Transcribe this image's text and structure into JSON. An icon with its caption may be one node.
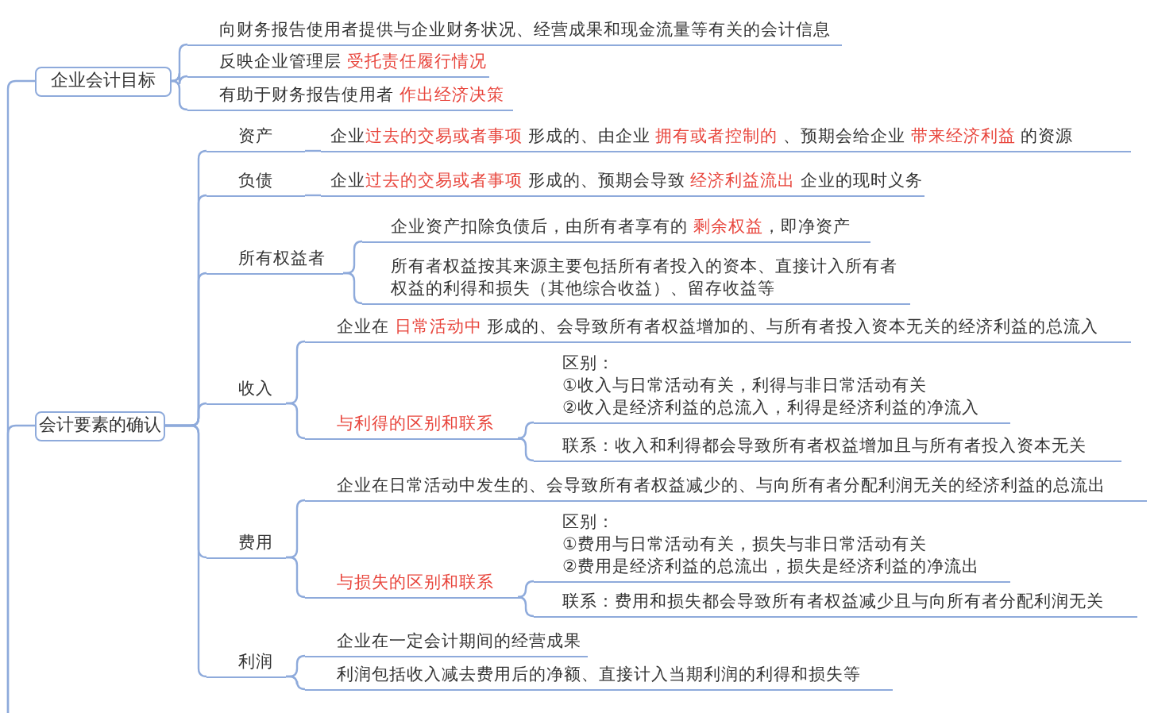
{
  "diagram": {
    "nodes": [
      {
        "text": [
          "企业会计目标"
        ]
      },
      {
        "text": [
          "向财务报告使用者提供与企业财务状况、经营成果和现金流量等有关的会计信息"
        ]
      },
      {
        "text": [
          "反映企业管理层 **受托责任履行情况**"
        ]
      },
      {
        "text": [
          "有助于财务报告使用者 **作出经济决策**"
        ]
      },
      {
        "text": [
          "会计要素的确认"
        ]
      },
      {
        "text": [
          "资产"
        ]
      },
      {
        "text": [
          "企业**过去的交易或者事项** 形成的、由企业 **拥有或者控制的** 、预期会给企业 **带来经济利益** 的资源"
        ]
      },
      {
        "text": [
          "负债"
        ]
      },
      {
        "text": [
          "企业**过去的交易或者事项** 形成的、预期会导致 **经济利益流出** 企业的现时义务"
        ]
      },
      {
        "text": [
          "所有权益者"
        ]
      },
      {
        "text": [
          "企业资产扣除负债后，由所有者享有的 **剩余权益**，即净资产"
        ]
      },
      {
        "text": [
          "所有者权益按其来源主要包括所有者投入的资本、直接计入所有者权益的利得和损失（其他综合收益）、留存收益等"
        ]
      },
      {
        "text": [
          "收入"
        ]
      },
      {
        "text": [
          "企业在 **日常活动中** 形成的、会导致所有者权益增加的、与所有者投入资本无关的经济利益的总流入"
        ]
      },
      {
        "text": [
          "与利得的区别和联系"
        ]
      },
      {
        "text": [
          "区别：",
          "①收入与日常活动有关，利得与非日常活动有关",
          "②收入是经济利益的总流入，利得是经济利益的净流入"
        ]
      },
      {
        "text": [
          "联系：收入和利得都会导致所有者权益增加且与所有者投入资本无关"
        ]
      },
      {
        "text": [
          "费用"
        ]
      },
      {
        "text": [
          "企业在日常活动中发生的、会导致所有者权益减少的、与向所有者分配利润无关的经济利益的总流出"
        ]
      },
      {
        "text": [
          "与损失的区别和联系"
        ]
      },
      {
        "text": [
          "区别：",
          "①费用与日常活动有关，损失与非日常活动有关",
          "②费用是经济利益的总流出，损失是经济利益的净流出"
        ]
      },
      {
        "text": [
          "联系：费用和损失都会导致所有者权益减少且与向所有者分配利润无关"
        ]
      },
      {
        "text": [
          "利润"
        ]
      },
      {
        "text": [
          "企业在一定会计期间的经营成果"
        ]
      },
      {
        "text": [
          "利润包括收入减去费用后的净额、直接计入当期利润的利得和损失等"
        ]
      }
    ],
    "edges": [
      {
        "from": null,
        "to": 0,
        "arrow": "none"
      },
      {
        "from": null,
        "to": 4,
        "arrow": "none"
      },
      {
        "from": 0,
        "to": 1,
        "arrow": "none"
      },
      {
        "from": 0,
        "to": 2,
        "arrow": "none"
      },
      {
        "from": 0,
        "to": 3,
        "arrow": "none"
      },
      {
        "from": 4,
        "to": 5,
        "arrow": "none"
      },
      {
        "from": 4,
        "to": 7,
        "arrow": "none"
      },
      {
        "from": 4,
        "to": 9,
        "arrow": "none"
      },
      {
        "from": 4,
        "to": 12,
        "arrow": "none"
      },
      {
        "from": 4,
        "to": 17,
        "arrow": "none"
      },
      {
        "from": 4,
        "to": 22,
        "arrow": "none"
      },
      {
        "from": 5,
        "to": 6,
        "arrow": "none"
      },
      {
        "from": 7,
        "to": 8,
        "arrow": "none"
      },
      {
        "from": 9,
        "to": 10,
        "arrow": "none"
      },
      {
        "from": 9,
        "to": 11,
        "arrow": "none"
      },
      {
        "from": 12,
        "to": 13,
        "arrow": "none"
      },
      {
        "from": 12,
        "to": 14,
        "arrow": "none"
      },
      {
        "from": 14,
        "to": 15,
        "arrow": "none"
      },
      {
        "from": 14,
        "to": 16,
        "arrow": "none"
      },
      {
        "from": 17,
        "to": 18,
        "arrow": "none"
      },
      {
        "from": 17,
        "to": 19,
        "arrow": "none"
      },
      {
        "from": 19,
        "to": 20,
        "arrow": "none"
      },
      {
        "from": 19,
        "to": 21,
        "arrow": "none"
      },
      {
        "from": 22,
        "to": 23,
        "arrow": "none"
      },
      {
        "from": 22,
        "to": 24,
        "arrow": "none"
      }
    ]
  }
}
